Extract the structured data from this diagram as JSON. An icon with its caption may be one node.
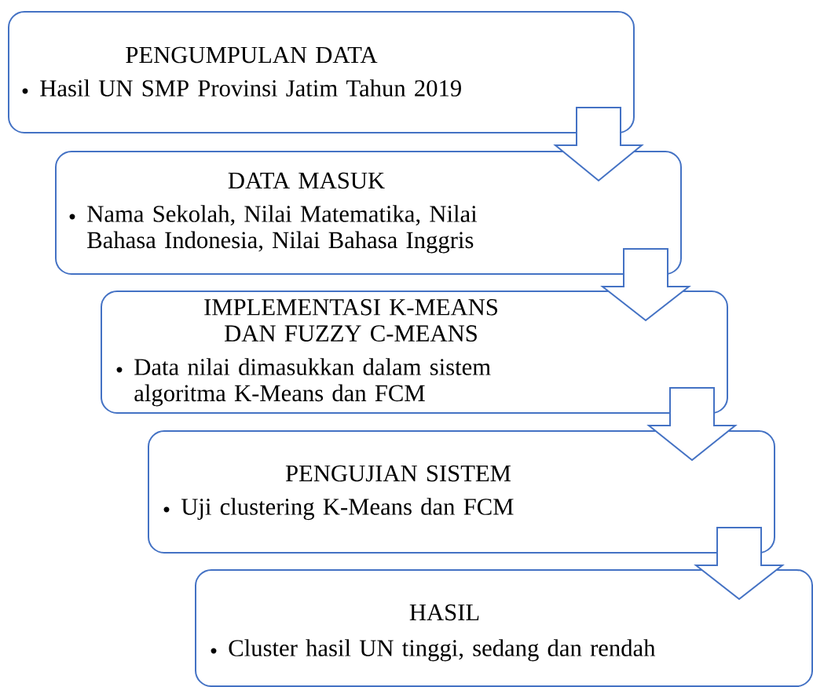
{
  "diagram": {
    "nodes": [
      {
        "text": [
          "PENGUMPULAN DATA",
          "Hasil UN SMP Provinsi Jatim Tahun 2019"
        ]
      },
      {
        "text": [
          "DATA MASUK",
          "Nama Sekolah, Nilai Matematika, Nilai Bahasa Indonesia, Nilai Bahasa Inggris"
        ]
      },
      {
        "text": [
          "IMPLEMENTASI K-MEANS DAN FUZZY C-MEANS",
          "Data nilai dimasukkan dalam sistem algoritma K-Means dan FCM"
        ]
      },
      {
        "text": [
          "PENGUJIAN SISTEM",
          "Uji clustering K-Means dan FCM"
        ]
      },
      {
        "text": [
          "HASIL",
          "Cluster hasil UN tinggi, sedang dan rendah"
        ]
      }
    ],
    "edges": [
      {
        "from": 0,
        "to": 1,
        "arrow": "to"
      },
      {
        "from": 1,
        "to": 2,
        "arrow": "to"
      },
      {
        "from": 2,
        "to": 3,
        "arrow": "to"
      },
      {
        "from": 3,
        "to": 4,
        "arrow": "to"
      }
    ]
  }
}
